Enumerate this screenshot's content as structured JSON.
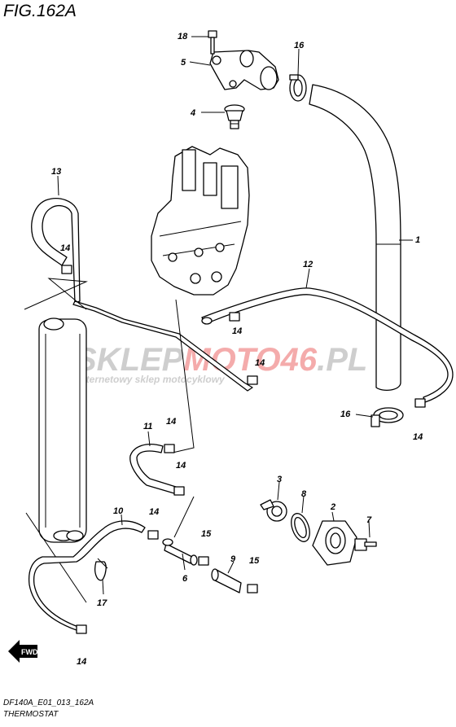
{
  "figure": {
    "title": "FIG.162A",
    "model_code": "DF140A_E01_013_162A",
    "assembly_name": "THERMOSTAT"
  },
  "watermark": {
    "brand_prefix": "SKLEP",
    "brand_mid": "MOTO",
    "brand_num": "46",
    "brand_suffix": ".PL",
    "tagline": "internetowy sklep motocyklowy",
    "color_gray": "#c9c9c9",
    "color_red": "#f3a3a3"
  },
  "direction_label": "FWD",
  "callouts": {
    "c1": "1",
    "c2": "2",
    "c3": "3",
    "c4": "4",
    "c5": "5",
    "c6": "6",
    "c7": "7",
    "c8": "8",
    "c9": "9",
    "c10": "10",
    "c11": "11",
    "c12": "12",
    "c13": "13",
    "c14a": "14",
    "c14b": "14",
    "c14c": "14",
    "c14d": "14",
    "c14e": "14",
    "c14f": "14",
    "c14g": "14",
    "c14h": "14",
    "c15a": "15",
    "c15b": "15",
    "c16a": "16",
    "c16b": "16",
    "c17": "17",
    "c18": "18"
  }
}
